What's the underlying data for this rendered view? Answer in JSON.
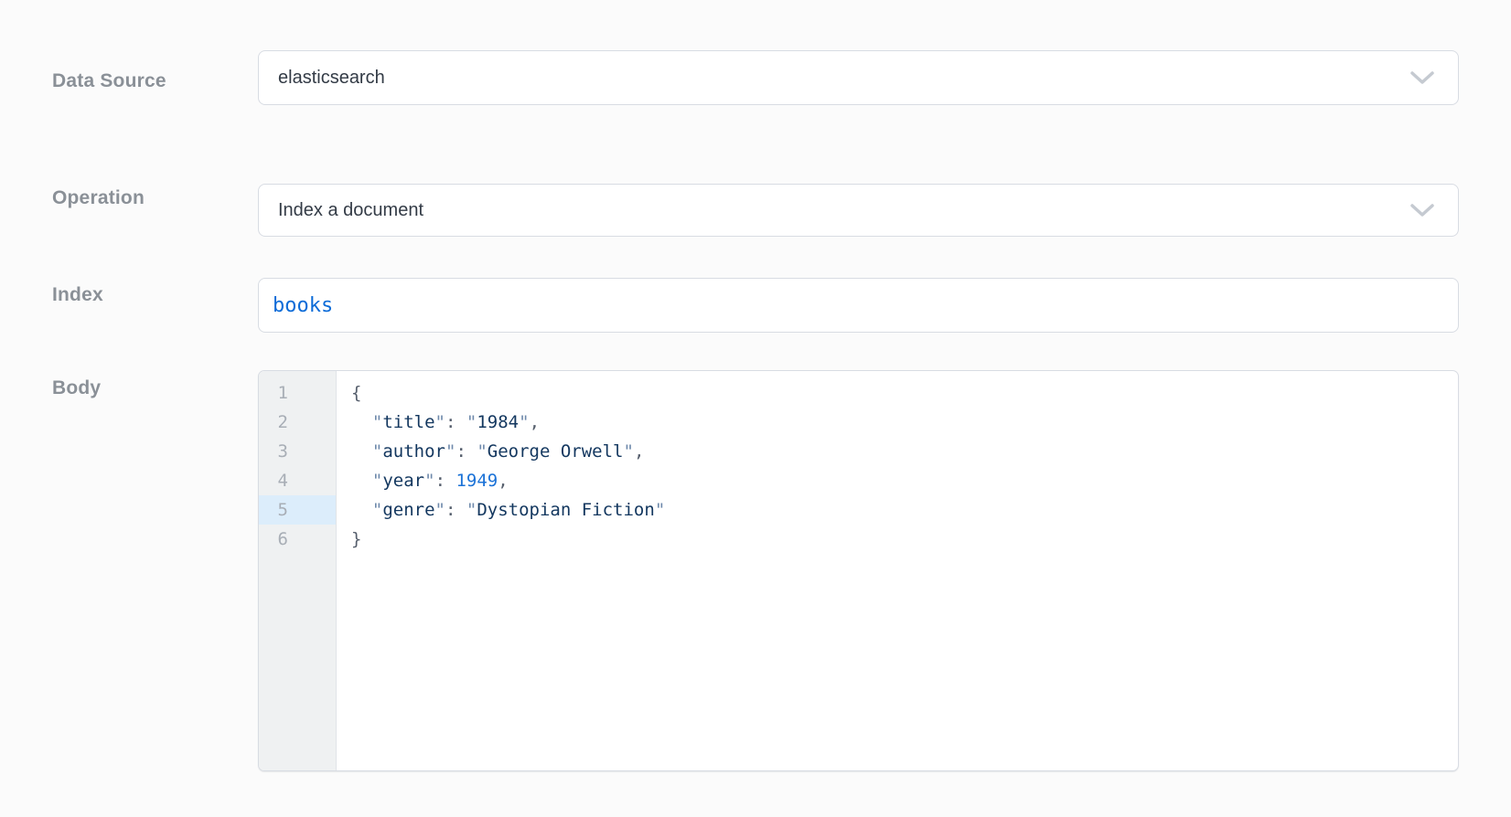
{
  "form": {
    "data_source": {
      "label": "Data Source",
      "value": "elasticsearch"
    },
    "operation": {
      "label": "Operation",
      "value": "Index a document"
    },
    "index": {
      "label": "Index",
      "value": "books"
    },
    "body": {
      "label": "Body",
      "active_line": 5,
      "line_numbers": [
        "1",
        "2",
        "3",
        "4",
        "5",
        "6"
      ],
      "lines": [
        [
          {
            "c": "p",
            "t": "{"
          }
        ],
        [
          {
            "c": "w",
            "t": "  "
          },
          {
            "c": "q",
            "t": "\""
          },
          {
            "c": "s",
            "t": "title"
          },
          {
            "c": "q",
            "t": "\""
          },
          {
            "c": "p",
            "t": ": "
          },
          {
            "c": "q",
            "t": "\""
          },
          {
            "c": "s",
            "t": "1984"
          },
          {
            "c": "q",
            "t": "\""
          },
          {
            "c": "p",
            "t": ","
          }
        ],
        [
          {
            "c": "w",
            "t": "  "
          },
          {
            "c": "q",
            "t": "\""
          },
          {
            "c": "s",
            "t": "author"
          },
          {
            "c": "q",
            "t": "\""
          },
          {
            "c": "p",
            "t": ": "
          },
          {
            "c": "q",
            "t": "\""
          },
          {
            "c": "s",
            "t": "George Orwell"
          },
          {
            "c": "q",
            "t": "\""
          },
          {
            "c": "p",
            "t": ","
          }
        ],
        [
          {
            "c": "w",
            "t": "  "
          },
          {
            "c": "q",
            "t": "\""
          },
          {
            "c": "s",
            "t": "year"
          },
          {
            "c": "q",
            "t": "\""
          },
          {
            "c": "p",
            "t": ": "
          },
          {
            "c": "n",
            "t": "1949"
          },
          {
            "c": "p",
            "t": ","
          }
        ],
        [
          {
            "c": "w",
            "t": "  "
          },
          {
            "c": "q",
            "t": "\""
          },
          {
            "c": "s",
            "t": "genre"
          },
          {
            "c": "q",
            "t": "\""
          },
          {
            "c": "p",
            "t": ": "
          },
          {
            "c": "q",
            "t": "\""
          },
          {
            "c": "s",
            "t": "Dystopian Fiction"
          },
          {
            "c": "q",
            "t": "\""
          }
        ],
        [
          {
            "c": "p",
            "t": "}"
          }
        ]
      ]
    }
  },
  "icons": {
    "data_source_dropdown": "chevron-down",
    "operation_dropdown": "chevron-down"
  },
  "colors": {
    "page_background": "#fbfbfb",
    "field_border": "#d8dce3",
    "label_gray": "#8a9097",
    "value_text": "#333b46",
    "chevron_gray": "#c5cad1",
    "index_value_blue": "#0d6cd8",
    "gutter_background": "#eff1f2",
    "line_number_gray": "#a8aeb6",
    "active_line_highlight": "#dcedfb",
    "code_navy": "#13375f",
    "code_number_blue": "#1b72d7"
  }
}
